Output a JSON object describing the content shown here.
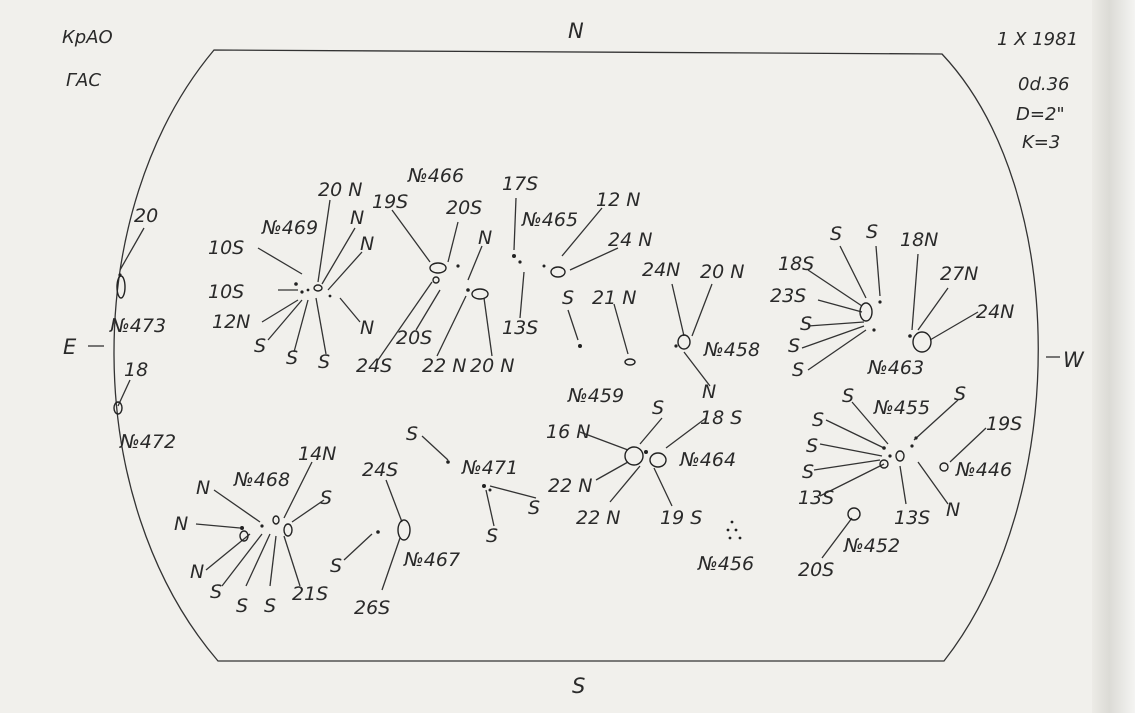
{
  "header": {
    "observatory": "КрАО",
    "instrument": "ГАС",
    "date": "1 X 1981",
    "time": "0d.36",
    "diameter": "D=2\"",
    "k_index": "K=3"
  },
  "directions": {
    "north": "N",
    "south": "S",
    "east": "E",
    "west": "W"
  },
  "regions": [
    {
      "id": "473",
      "label": "№473",
      "field": "20"
    },
    {
      "id": "472",
      "label": "№472",
      "field": "18"
    },
    {
      "id": "469",
      "label": "№469",
      "fields": [
        "20 N",
        "10S",
        "10S",
        "12N",
        "N",
        "N",
        "N",
        "S",
        "S",
        "S"
      ]
    },
    {
      "id": "466",
      "label": "№466",
      "fields": [
        "19S",
        "20S",
        "N",
        "20S",
        "24S",
        "22 N",
        "20 N"
      ]
    },
    {
      "id": "465",
      "label": "№465",
      "fields": [
        "17S",
        "12 N",
        "24 N",
        "13S",
        "S"
      ]
    },
    {
      "id": "459",
      "label": "№459",
      "fields": [
        "21 N"
      ]
    },
    {
      "id": "458",
      "label": "№458",
      "fields": [
        "24N",
        "20 N",
        "N"
      ]
    },
    {
      "id": "463",
      "label": "№463",
      "fields": [
        "S",
        "S",
        "18N",
        "18S",
        "27N",
        "23S",
        "24N",
        "S",
        "S",
        "S"
      ]
    },
    {
      "id": "468",
      "label": "№468",
      "fields": [
        "14N",
        "N",
        "S",
        "N",
        "N",
        "S",
        "S",
        "S",
        "21S"
      ]
    },
    {
      "id": "471",
      "label": "№471",
      "fields": [
        "S",
        "S",
        "S"
      ]
    },
    {
      "id": "467",
      "label": "№467",
      "fields": [
        "24S",
        "S",
        "26S"
      ]
    },
    {
      "id": "464",
      "label": "№464",
      "fields": [
        "S",
        "18 S",
        "16 N",
        "22 N",
        "22 N",
        "19 S"
      ]
    },
    {
      "id": "456",
      "label": "№456"
    },
    {
      "id": "455",
      "label": "№455",
      "fields": [
        "S",
        "S",
        "S",
        "S",
        "S",
        "13S",
        "13S",
        "N"
      ]
    },
    {
      "id": "446",
      "label": "№446",
      "fields": [
        "19S"
      ]
    },
    {
      "id": "452",
      "label": "№452",
      "fields": [
        "20S"
      ]
    }
  ],
  "labels": [
    "20",
    "№473",
    "18",
    "№472",
    "20 N",
    "№469",
    "10S",
    "N",
    "10S",
    "N",
    "12N",
    "N",
    "S",
    "S",
    "S",
    "№466",
    "19S",
    "20S",
    "N",
    "20S",
    "24S",
    "22 N",
    "20 N",
    "17S",
    "№465",
    "12 N",
    "24 N",
    "S",
    "13S",
    "21 N",
    "№459",
    "24N",
    "20 N",
    "№458",
    "N",
    "S",
    "S",
    "18N",
    "18S",
    "27N",
    "23S",
    "S",
    "24N",
    "S",
    "S",
    "№463",
    "14N",
    "N",
    "№468",
    "S",
    "N",
    "N",
    "S",
    "S",
    "S",
    "21S",
    "S",
    "№471",
    "S",
    "S",
    "24S",
    "S",
    "№467",
    "26S",
    "S",
    "18 S",
    "16 N",
    "№464",
    "22 N",
    "22 N",
    "19 S",
    "№456",
    "S",
    "№455",
    "S",
    "S",
    "S",
    "S",
    "13S",
    "13S",
    "N",
    "19S",
    "№446",
    "№452",
    "20S"
  ]
}
